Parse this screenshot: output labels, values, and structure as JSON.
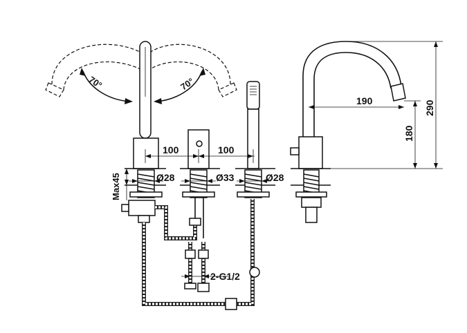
{
  "angles": {
    "left": "70°",
    "right": "70°"
  },
  "dimensions": {
    "spacing_left": "100",
    "spacing_right": "100",
    "max_thickness": "Max45",
    "dia_left": "Ø28",
    "dia_middle": "Ø33",
    "dia_right": "Ø28",
    "thread": "2-G1/2",
    "reach": "190",
    "spout_height": "180",
    "total_height": "290"
  }
}
